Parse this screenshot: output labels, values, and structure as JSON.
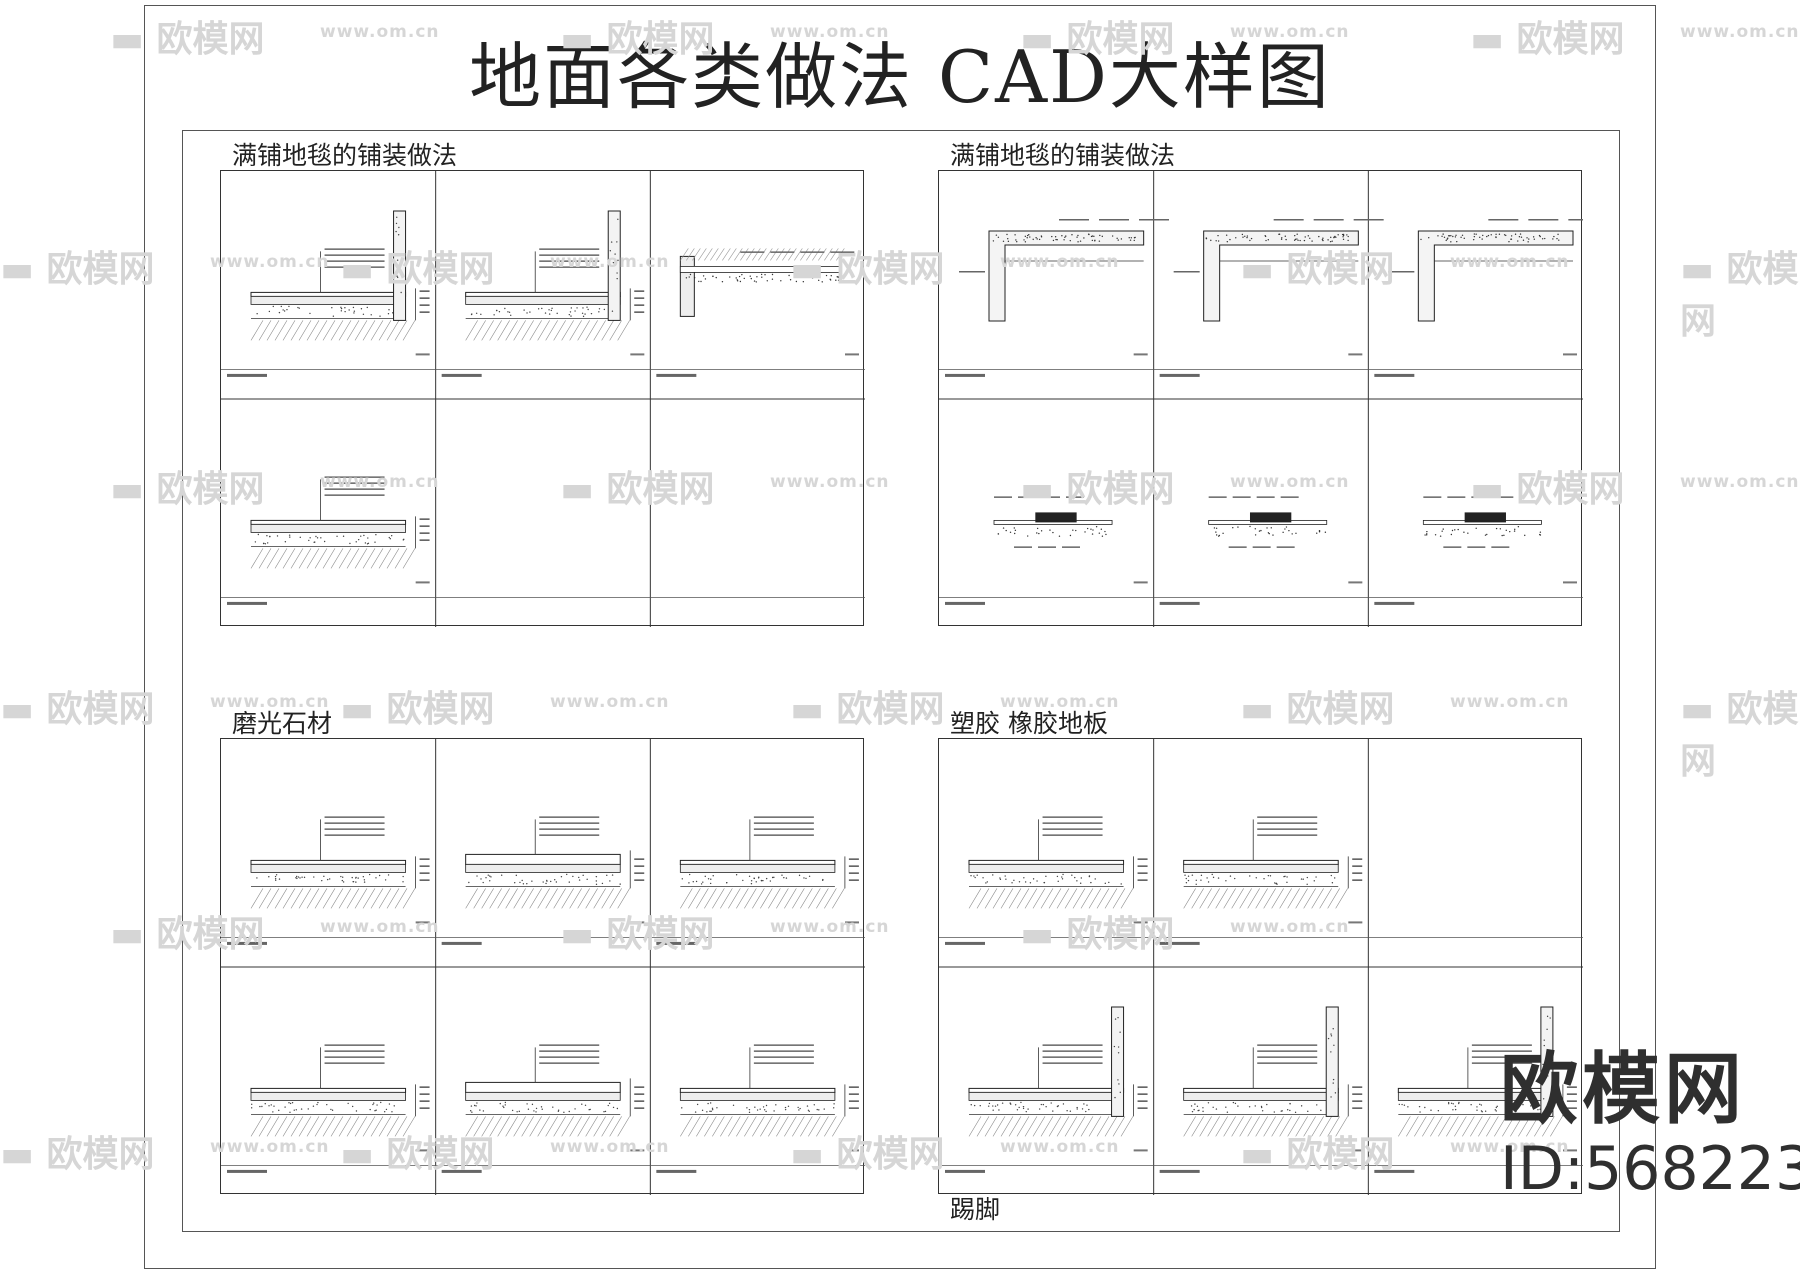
{
  "title": "地面各类做法 CAD大样图",
  "sections": [
    {
      "label": "满铺地毯的铺装做法"
    },
    {
      "label": "满铺地毯的铺装做法"
    },
    {
      "label": "磨光石材"
    },
    {
      "label": "塑胶  橡胶地板"
    },
    {
      "label": "踢脚"
    }
  ],
  "watermark": {
    "brand": "欧模网",
    "site": "www.om.cn"
  },
  "brand_mark": {
    "name": "欧模网",
    "id": "ID:568223"
  }
}
